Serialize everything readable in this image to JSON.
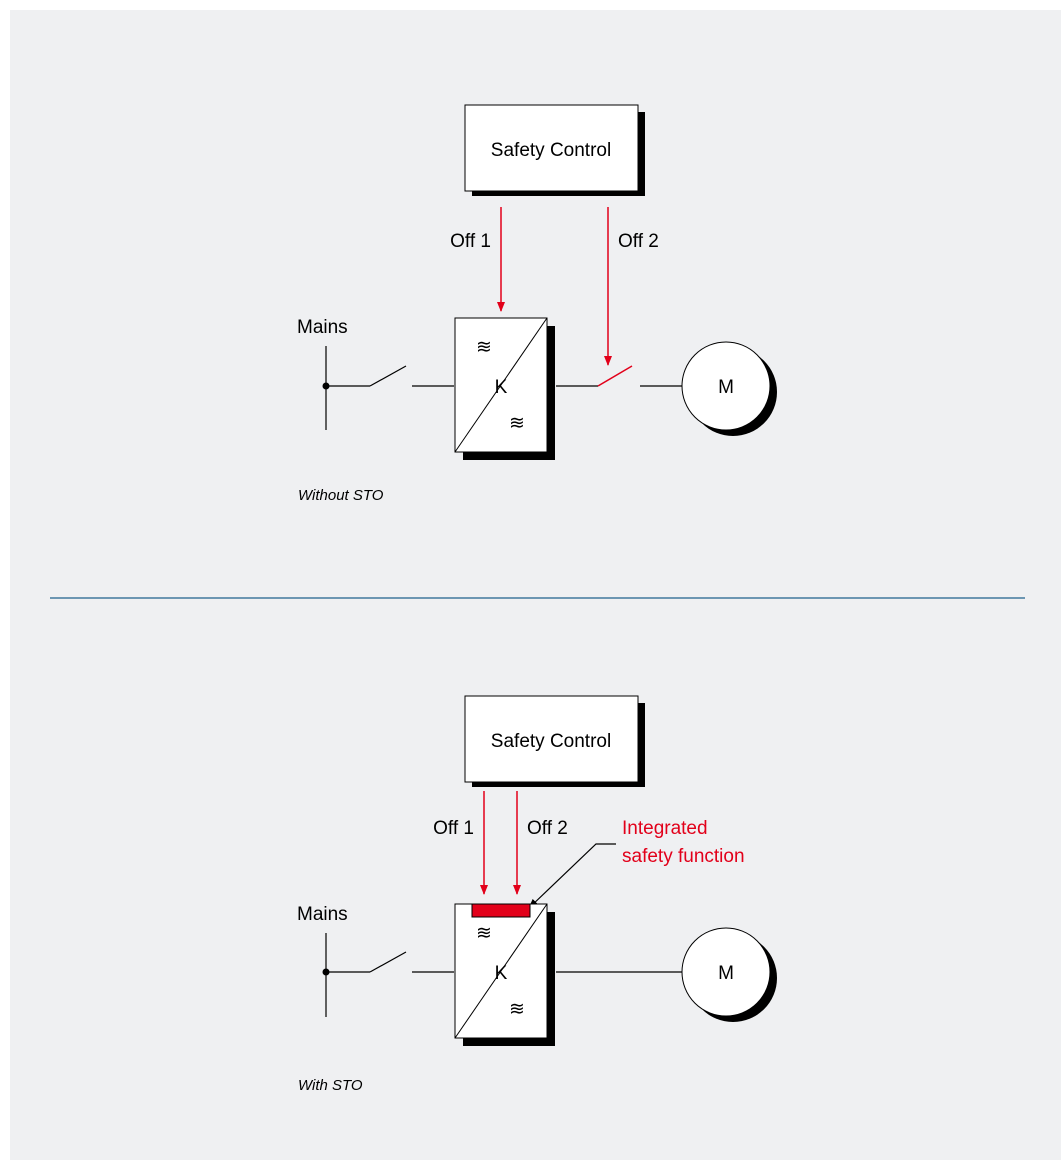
{
  "colors": {
    "background": "#eff0f2",
    "signal": "#e2001a",
    "divider": "#1f5f8b",
    "line": "#000000"
  },
  "diagram_top": {
    "safety_control_label": "Safety Control",
    "off1_label": "Off 1",
    "off2_label": "Off 2",
    "mains_label": "Mains",
    "converter_label": "K",
    "ac_symbol": "≋",
    "motor_label": "M",
    "caption": "Without STO"
  },
  "diagram_bottom": {
    "safety_control_label": "Safety Control",
    "off1_label": "Off 1",
    "off2_label": "Off 2",
    "integrated_line1": "Integrated",
    "integrated_line2": "safety function",
    "mains_label": "Mains",
    "converter_label": "K",
    "ac_symbol": "≋",
    "motor_label": "M",
    "caption": "With STO"
  }
}
